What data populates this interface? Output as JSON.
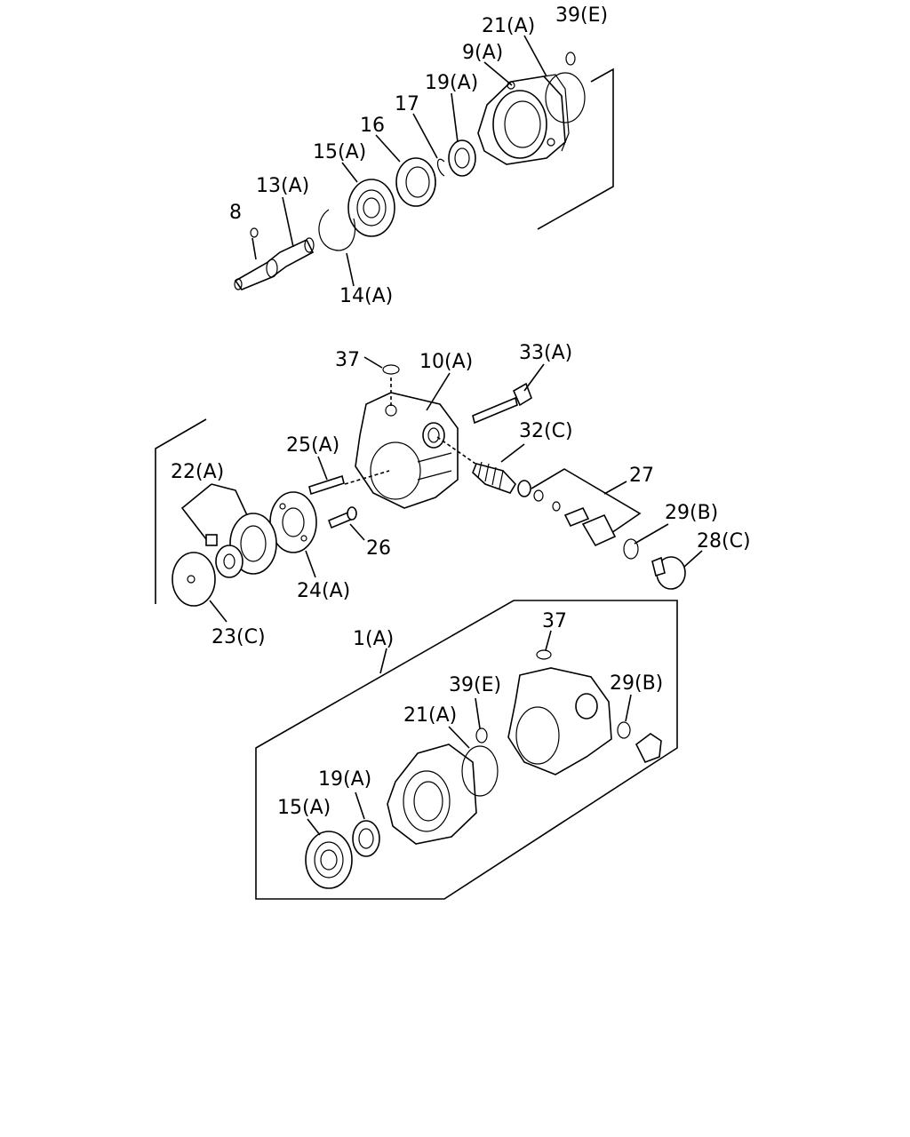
{
  "labels": {
    "l21a_top": "21(A)",
    "l39e_top": "39(E)",
    "l9a": "9(A)",
    "l19a_top": "19(A)",
    "l17": "17",
    "l16": "16",
    "l15a_top": "15(A)",
    "l13a": "13(A)",
    "l8": "8",
    "l14a": "14(A)",
    "l37_mid": "37",
    "l10a": "10(A)",
    "l33a": "33(A)",
    "l25a": "25(A)",
    "l32c": "32(C)",
    "l22a": "22(A)",
    "l27": "27",
    "l29b_mid": "29(B)",
    "l28c": "28(C)",
    "l26": "26",
    "l24a": "24(A)",
    "l23c": "23(C)",
    "l1a": "1(A)",
    "l37_bot": "37",
    "l39e_bot": "39(E)",
    "l29b_bot": "29(B)",
    "l21a_bot": "21(A)",
    "l19a_bot": "19(A)",
    "l15a_bot": "15(A)"
  }
}
